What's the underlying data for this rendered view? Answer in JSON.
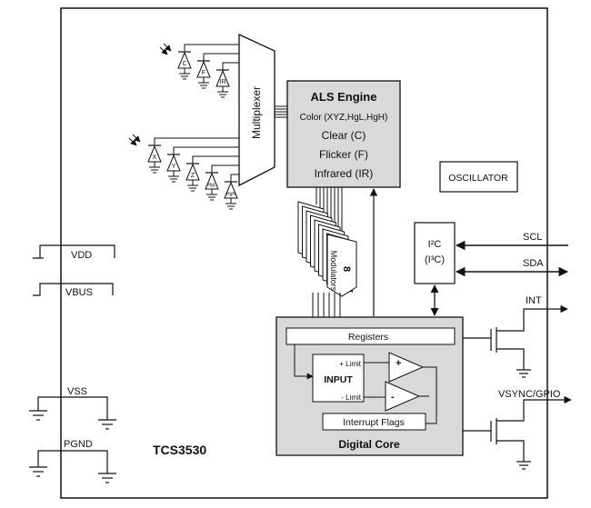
{
  "chip": {
    "name": "TCS3530"
  },
  "mux": {
    "label": "Multiplexer"
  },
  "als": {
    "title": "ALS Engine",
    "color_line": "Color (XYZ,HgL,HgH)",
    "clear": "Clear (C)",
    "flicker": "Flicker (F)",
    "infrared": "Infrared (IR)"
  },
  "oscillator": {
    "label": "OSCILLATOR"
  },
  "modulators": {
    "count": "8",
    "label": "Modulators"
  },
  "i2c": {
    "line1": "I²C",
    "line2": "(I³C)"
  },
  "pins": {
    "scl": "SCL",
    "sda": "SDA",
    "int": "INT",
    "vsync": "VSYNC/GPIO",
    "vdd": "VDD",
    "vbus": "VBUS",
    "vss": "VSS",
    "pgnd": "PGND"
  },
  "digital_core": {
    "title": "Digital Core",
    "registers": "Registers",
    "input": "INPUT",
    "plus_limit": "+ Limit",
    "minus_limit": "- Limit",
    "plus_sign": "+",
    "minus_sign": "-",
    "interrupt_flags": "Interrupt Flags"
  },
  "photodiodes_top": [
    "C",
    "F",
    "IR"
  ],
  "photodiodes_bottom": [
    "X",
    "Y",
    "Z",
    "HgL",
    "HgH"
  ]
}
